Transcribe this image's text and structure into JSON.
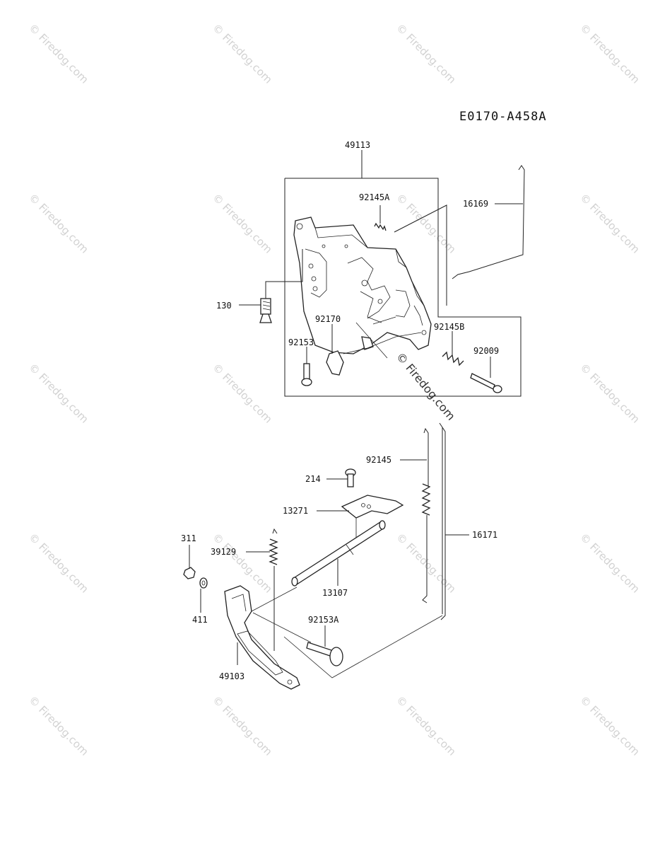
{
  "diagram": {
    "code": "E0170-A458A",
    "watermark": "© Firedog.com",
    "labels": {
      "p49113": "49113",
      "p92145A": "92145A",
      "p16169": "16169",
      "p130": "130",
      "p92170": "92170",
      "p92153": "92153",
      "p92145B": "92145B",
      "p92009": "92009",
      "p92145": "92145",
      "p214": "214",
      "p13271": "13271",
      "p311": "311",
      "p39129": "39129",
      "p16171": "16171",
      "p13107": "13107",
      "p411": "411",
      "p92153A": "92153A",
      "p49103": "49103"
    }
  }
}
